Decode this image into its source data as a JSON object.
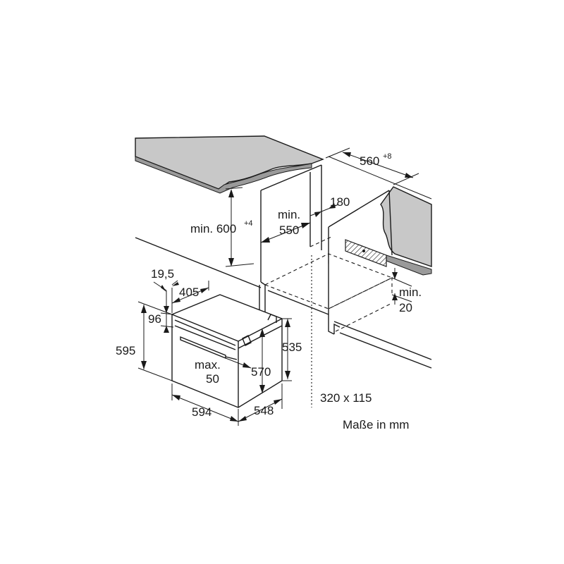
{
  "labels": {
    "min_height": "min. 600",
    "min_height_sup": "+4",
    "min_depth_top": "min.",
    "min_depth_val": "550",
    "gap_180": "180",
    "width_560": "560",
    "width_560_sup": "+8",
    "min_20_top": "min.",
    "min_20_val": "20",
    "dim_19_5": "19,5",
    "dim_405": "405",
    "dim_96": "96",
    "dim_595": "595",
    "dim_max_top": "max.",
    "dim_max_val": "50",
    "dim_570": "570",
    "dim_535": "535",
    "dim_594": "594",
    "dim_548": "548",
    "vent_size": "320 x 115",
    "units_note": "Maße in mm"
  },
  "colors": {
    "countertop": "#c8c8c8",
    "line": "#1a1a1a",
    "background": "#ffffff"
  }
}
